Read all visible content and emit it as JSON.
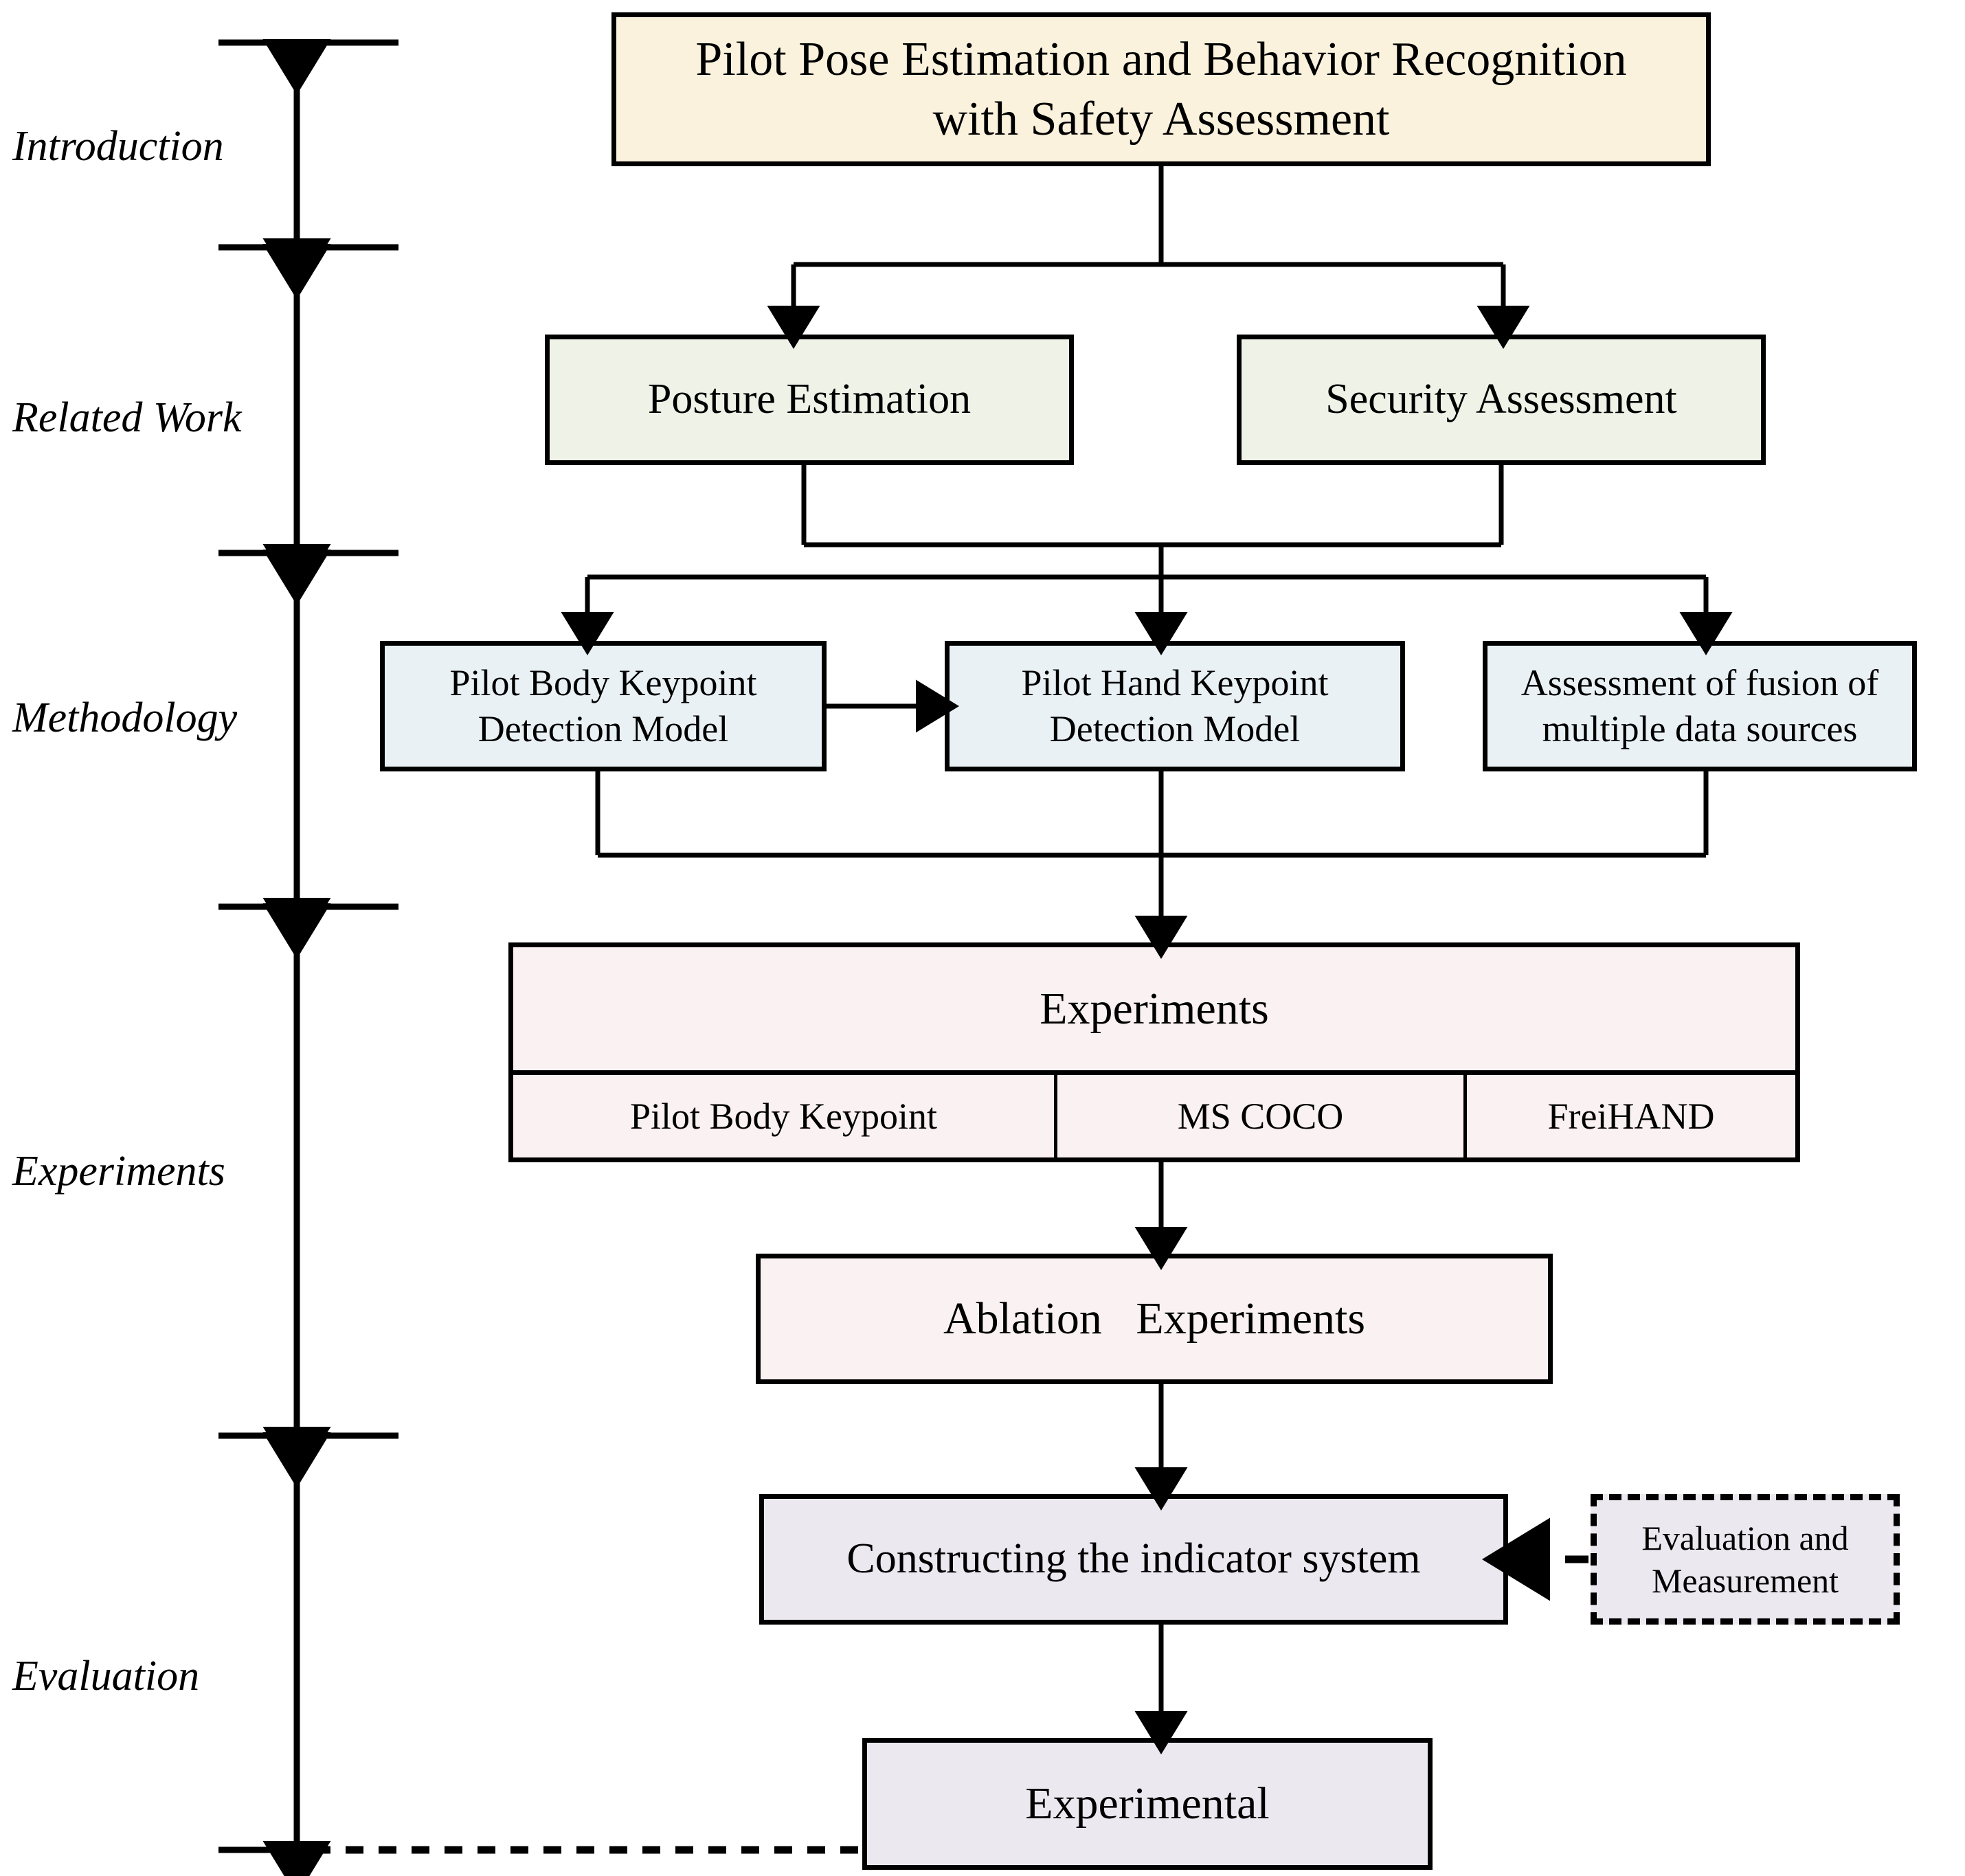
{
  "figure": {
    "kind": "flowchart",
    "orientation": "top-down",
    "background_color": "#ffffff",
    "line_color": "#000000"
  },
  "sections": [
    {
      "label": "Introduction",
      "color": "#000000"
    },
    {
      "label": "Related Work",
      "color": "#000000"
    },
    {
      "label": "Methodology",
      "color": "#000000"
    },
    {
      "label": "Experiments",
      "color": "#000000"
    },
    {
      "label": "Evaluation",
      "color": "#000000"
    }
  ],
  "nodes": {
    "title": {
      "text": "Pilot Pose Estimation and Behavior Recognition with  Safety Assessment",
      "line1": "Pilot Pose Estimation and Behavior Recognition",
      "line2": "with  Safety Assessment",
      "fill": "#FAF2DC"
    },
    "posture_estimation": {
      "text": "Posture Estimation",
      "fill": "#EEF2E7"
    },
    "security_assessment": {
      "text": "Security Assessment",
      "fill": "#EEF2E7"
    },
    "body_keypoint_model": {
      "line1": "Pilot Body Keypoint",
      "line2": "Detection Model",
      "fill": "#E9F1F5"
    },
    "hand_keypoint_model": {
      "line1": "Pilot Hand Keypoint",
      "line2": "Detection Model",
      "fill": "#E9F1F5"
    },
    "fusion_assessment": {
      "line1": "Assessment of fusion of",
      "line2": "multiple data sources",
      "fill": "#E9F1F5"
    },
    "experiments": {
      "title": "Experiments",
      "fill": "#FAF1F2",
      "datasets": [
        "Pilot Body Keypoint",
        "MS COCO",
        "FreiHAND"
      ]
    },
    "ablation_experiments": {
      "text": "Ablation   Experiments",
      "fill": "#FAF1F2"
    },
    "indicator_system": {
      "text": "Constructing the indicator system",
      "fill": "#EBE8F0"
    },
    "evaluation_measurement": {
      "line1": "Evaluation and",
      "line2": "Measurement",
      "fill": "#EBE8F0",
      "border_style": "dashed"
    },
    "experimental": {
      "text": "Experimental",
      "fill": "#EBE8F0"
    }
  }
}
